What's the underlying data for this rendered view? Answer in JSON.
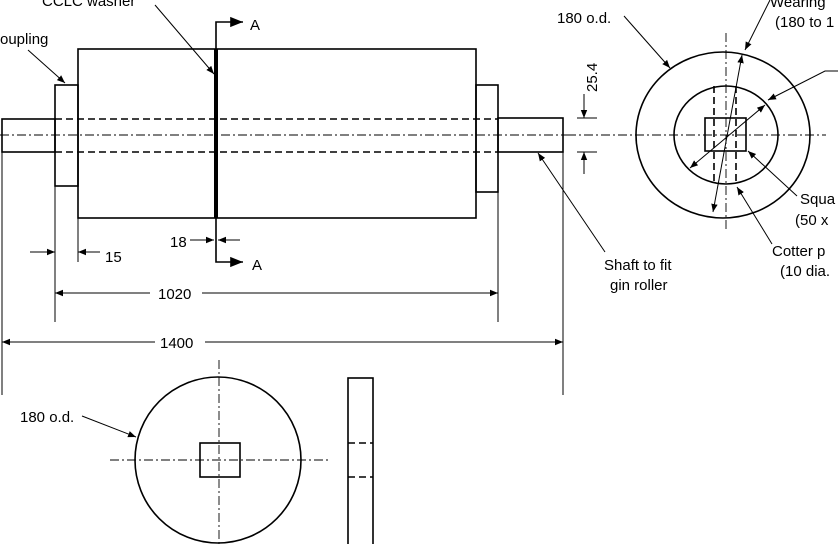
{
  "labels": {
    "washer": "CCLC washer",
    "coupling": "oupling",
    "section_top": "A",
    "section_bottom": "A",
    "dim_15": "15",
    "dim_18": "18",
    "dim_1020": "1020",
    "dim_1400": "1400",
    "dim_25_4": "25.4",
    "shaft_line1": "Shaft to fit",
    "shaft_line2": "gin roller",
    "od_right": "180 o.d.",
    "wearing_line1": "Wearing",
    "wearing_line2": "(180 to 1",
    "square_line1": "Squa",
    "square_line2": "(50 x",
    "cotter_line1": "Cotter p",
    "cotter_line2": "(10 dia.",
    "od_bottom": "180 o.d."
  }
}
